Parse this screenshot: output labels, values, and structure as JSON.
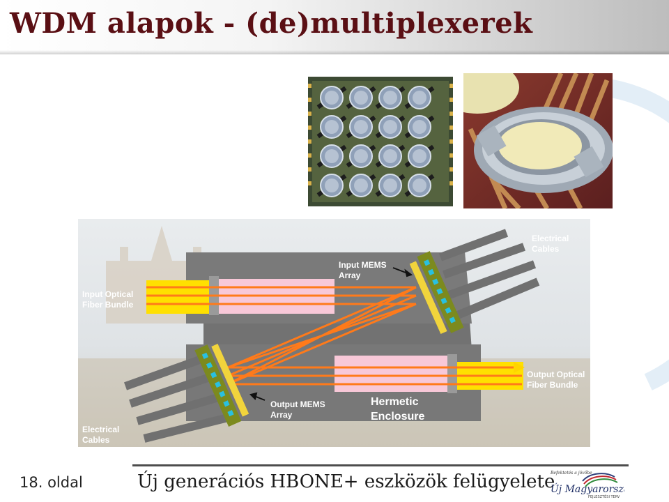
{
  "slide": {
    "title": "WDM alapok - (de)multiplexerek",
    "page_number": "18. oldal",
    "footer_text": "Új generációs HBONE+ eszközök felügyelete"
  },
  "diagram": {
    "labels": {
      "input_optical": [
        "Input Optical",
        "Fiber Bundle"
      ],
      "output_optical": [
        "Output Optical",
        "Fiber Bundle"
      ],
      "input_mems": [
        "Input MEMS",
        "Array"
      ],
      "output_mems": [
        "Output MEMS",
        "Array"
      ],
      "electrical_top": [
        "Electrical",
        "Cables"
      ],
      "electrical_bottom": [
        "Electrical",
        "Cables"
      ],
      "hermetic": [
        "Hermetic",
        "Enclosure"
      ]
    }
  },
  "logo": {
    "tagline": "Befektetés a jövőbe",
    "name": "Új Magyarország",
    "sub": "FEJLESZTÉSI TERV"
  },
  "colors": {
    "title": "#5a0f14",
    "beam": "#ff7a1a",
    "fiber": "#ffe000",
    "enclosure": "#737373",
    "lens": "#f8c8d8"
  }
}
